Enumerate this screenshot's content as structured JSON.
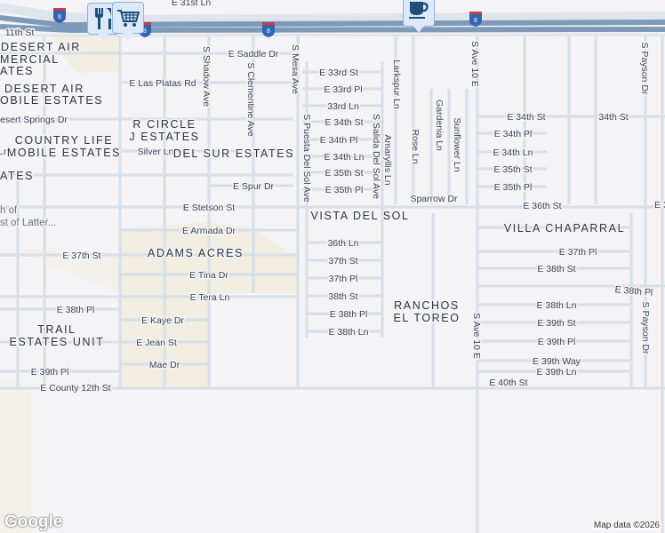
{
  "map": {
    "colors": {
      "background": "#f4f3f5",
      "road": "#d6dee7",
      "freeway": "#7e9ab8",
      "commercial": "#f1ede1",
      "marker": "#dce9fb",
      "icon": "#1c4e78"
    },
    "highway_shield": "8",
    "markers": [
      {
        "type": "restaurant",
        "icon": "fork-knife-icon"
      },
      {
        "type": "shopping",
        "icon": "shopping-cart-icon"
      },
      {
        "type": "cafe",
        "icon": "coffee-cup-icon"
      }
    ],
    "streets": [
      "E 31st Ln",
      "11th St",
      "E Saddle Dr",
      "E Las Platas Rd",
      "esert Springs Dr",
      "Silver Ln",
      "E Spur Dr",
      "E 33rd St",
      "E 33rd Pl",
      "33rd Ln",
      "E 34th St",
      "E 34th Pl",
      "E 34th Ln",
      "E 35th St",
      "E 35th Pl",
      "E Stetson St",
      "E Armada Dr",
      "E 37th St",
      "E Tina Dr",
      "E Tera Ln",
      "E 38th Pl",
      "E Kaye Dr",
      "E Jean St",
      "Mae Dr",
      "E 39th Pl",
      "E County 12th St",
      "36th Ln",
      "37th St",
      "37th Pl",
      "38th St",
      "E 38th Pl",
      "E 38th Ln",
      "Sparrow Dr",
      "E 34th St",
      "34th St",
      "E 34th Pl",
      "E 34th Ln",
      "E 35th St",
      "E 35th Pl",
      "E 36th St",
      "E 37th Pl",
      "E 38th St",
      "E 38th Pl",
      "E 38th Ln",
      "E 39th St",
      "E 39th Pl",
      "E 39th Way",
      "E 39th Ln",
      "E 40th St",
      "Ln",
      "E 3"
    ],
    "vertical_streets": [
      "S Shadow Ave",
      "S Clementine Ave",
      "S Mesa Ave",
      "S Puesta Del Sol Ave",
      "S Salida Del Sol Ave",
      "Larkspur Ln",
      "Amaryllis Ln",
      "Rose Ln",
      "Gardenia Ln",
      "Sunflower Ln",
      "S Ave 10 E",
      "S Payson Dr",
      "S Ave 10 E",
      "S Payson Dr"
    ],
    "areas": [
      "DESERT AIR",
      "MERCIAL",
      "ATES",
      "DESERT AIR",
      "OBILE ESTATES",
      "R CIRCLE",
      "J ESTATES",
      "COUNTRY LIFE",
      "MOBILE ESTATES",
      "DEL SUR ESTATES",
      "ATES",
      "VISTA DEL SOL",
      "VILLA CHAPARRAL",
      "ADAMS ACRES",
      "TRAIL",
      "ESTATES UNIT",
      "RANCHOS",
      "EL TOREO"
    ],
    "pois": [
      "h of",
      "st of Latter..."
    ]
  },
  "footer": {
    "logo": "Google",
    "attribution": "Map data ©2026"
  }
}
